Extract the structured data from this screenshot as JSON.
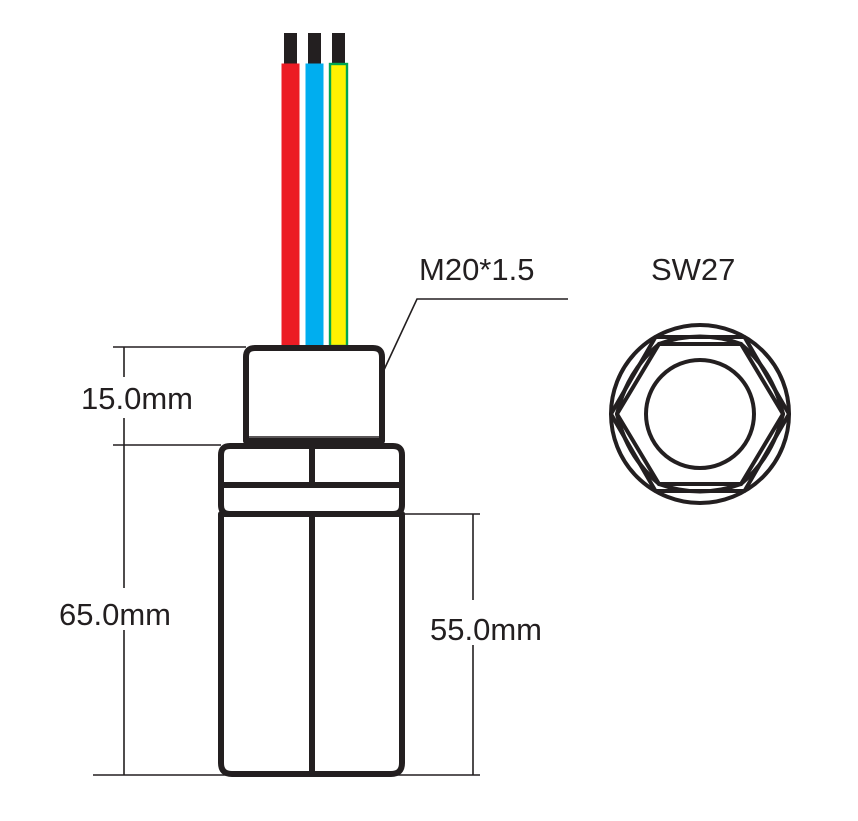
{
  "drawing": {
    "title": "Sensor probe dimensional drawing",
    "background_color": "#ffffff",
    "line_color": "#231f20",
    "annotations": {
      "thread_label": "M20*1.5",
      "wrench_label": "SW27",
      "dim_cap_height": "15.0mm",
      "dim_total_length": "65.0mm",
      "dim_body_length": "55.0mm"
    },
    "wires": [
      {
        "name": "red-wire",
        "color": "#ec1c24",
        "outline": "#ec1c24",
        "tip_color": "#231f20"
      },
      {
        "name": "blue-wire",
        "color": "#00aeef",
        "outline": "#00aeef",
        "tip_color": "#231f20"
      },
      {
        "name": "yellow-green-wire",
        "color": "#fff200",
        "outline": "#00a651",
        "tip_color": "#231f20"
      }
    ],
    "views": {
      "front_view_name": "front-elevation-view",
      "top_view_name": "hex-nut-cross-section-view"
    }
  }
}
